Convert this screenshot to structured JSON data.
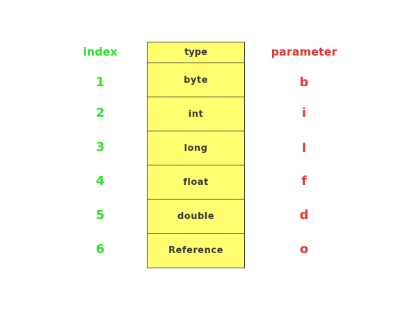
{
  "colors": {
    "index": "#2fe02f",
    "parameter": "#e03535",
    "cell_fill": "#ffff70",
    "border": "#333333"
  },
  "headers": {
    "index": "index",
    "type": "type",
    "parameter": "parameter"
  },
  "rows": [
    {
      "index": "1",
      "type": "byte",
      "parameter": "b"
    },
    {
      "index": "2",
      "type": "int",
      "parameter": "i"
    },
    {
      "index": "3",
      "type": "long",
      "parameter": "l"
    },
    {
      "index": "4",
      "type": "float",
      "parameter": "f"
    },
    {
      "index": "5",
      "type": "double",
      "parameter": "d"
    },
    {
      "index": "6",
      "type": "Reference",
      "parameter": "o"
    }
  ]
}
